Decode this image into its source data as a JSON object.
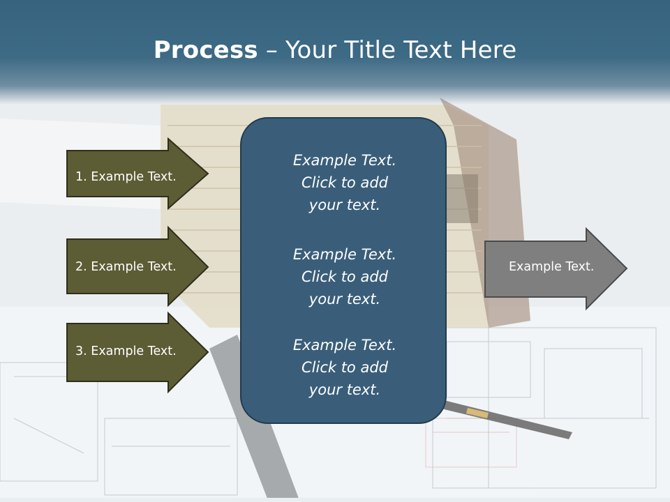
{
  "slide": {
    "title_bold": "Process",
    "title_rest": " – Your Title Text Here"
  },
  "left_arrows": [
    {
      "label": "1. Example Text."
    },
    {
      "label": "2. Example Text."
    },
    {
      "label": "3. Example Text."
    }
  ],
  "center_box": {
    "paragraphs": [
      {
        "line1": "Example Text.",
        "line2": "Click  to add",
        "line3": "your text."
      },
      {
        "line1": "Example Text.",
        "line2": "Click  to add",
        "line3": "your text."
      },
      {
        "line1": "Example Text.",
        "line2": "Click  to add",
        "line3": "your text."
      }
    ]
  },
  "right_arrow": {
    "label": "Example Text."
  },
  "colors": {
    "title_band": "#37637f",
    "left_arrow_fill": "#5c5c35",
    "center_box_fill": "#3a5e79",
    "right_arrow_fill": "#7f7f7f"
  }
}
